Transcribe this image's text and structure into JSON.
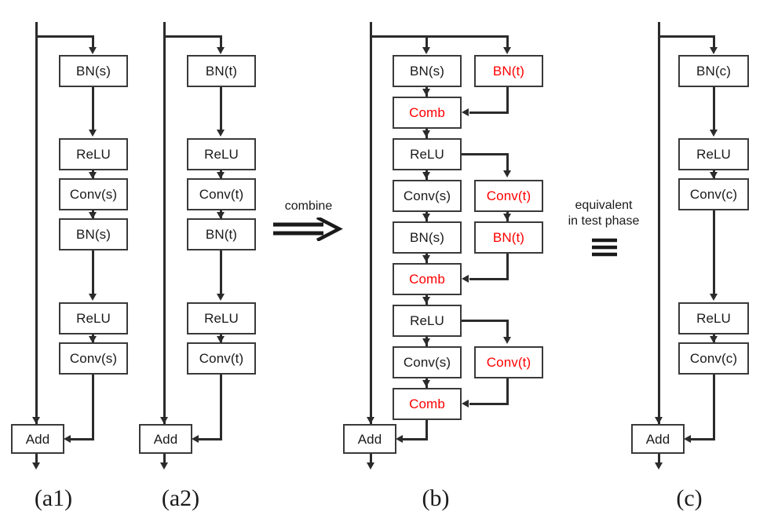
{
  "figure": {
    "title": "",
    "colors": {
      "box_stroke": "#3a3a3a",
      "line": "#2b2b2b",
      "text": "#1a1a1a",
      "highlight": "#ff0000",
      "background": "#ffffff"
    }
  },
  "columns": [
    {
      "id": "a1",
      "caption": "(a1)",
      "nodes": [
        {
          "key": "bn1",
          "label": "BN(s)",
          "highlight": false
        },
        {
          "key": "relu1",
          "label": "ReLU",
          "highlight": false
        },
        {
          "key": "conv1",
          "label": "Conv(s)",
          "highlight": false
        },
        {
          "key": "bn2",
          "label": "BN(s)",
          "highlight": false
        },
        {
          "key": "relu2",
          "label": "ReLU",
          "highlight": false
        },
        {
          "key": "conv2",
          "label": "Conv(s)",
          "highlight": false
        },
        {
          "key": "add",
          "label": "Add",
          "highlight": false
        }
      ]
    },
    {
      "id": "a2",
      "caption": "(a2)",
      "nodes": [
        {
          "key": "bn1",
          "label": "BN(t)",
          "highlight": false
        },
        {
          "key": "relu1",
          "label": "ReLU",
          "highlight": false
        },
        {
          "key": "conv1",
          "label": "Conv(t)",
          "highlight": false
        },
        {
          "key": "bn2",
          "label": "BN(t)",
          "highlight": false
        },
        {
          "key": "relu2",
          "label": "ReLU",
          "highlight": false
        },
        {
          "key": "conv2",
          "label": "Conv(t)",
          "highlight": false
        },
        {
          "key": "add",
          "label": "Add",
          "highlight": false
        }
      ]
    },
    {
      "id": "b",
      "caption": "(b)",
      "nodes": [
        {
          "key": "bn1s",
          "label": "BN(s)",
          "highlight": false
        },
        {
          "key": "bn1t",
          "label": "BN(t)",
          "highlight": true
        },
        {
          "key": "comb1",
          "label": "Comb",
          "highlight": true
        },
        {
          "key": "relu1",
          "label": "ReLU",
          "highlight": false
        },
        {
          "key": "conv1s",
          "label": "Conv(s)",
          "highlight": false
        },
        {
          "key": "conv1t",
          "label": "Conv(t)",
          "highlight": true
        },
        {
          "key": "bn2s",
          "label": "BN(s)",
          "highlight": false
        },
        {
          "key": "bn2t",
          "label": "BN(t)",
          "highlight": true
        },
        {
          "key": "comb2",
          "label": "Comb",
          "highlight": true
        },
        {
          "key": "relu2",
          "label": "ReLU",
          "highlight": false
        },
        {
          "key": "conv2s",
          "label": "Conv(s)",
          "highlight": false
        },
        {
          "key": "conv2t",
          "label": "Conv(t)",
          "highlight": true
        },
        {
          "key": "comb3",
          "label": "Comb",
          "highlight": true
        },
        {
          "key": "add",
          "label": "Add",
          "highlight": false
        }
      ]
    },
    {
      "id": "c",
      "caption": "(c)",
      "nodes": [
        {
          "key": "bn1",
          "label": "BN(c)",
          "highlight": false
        },
        {
          "key": "relu1",
          "label": "ReLU",
          "highlight": false
        },
        {
          "key": "conv1",
          "label": "Conv(c)",
          "highlight": false
        },
        {
          "key": "relu2",
          "label": "ReLU",
          "highlight": false
        },
        {
          "key": "conv2",
          "label": "Conv(c)",
          "highlight": false
        },
        {
          "key": "add",
          "label": "Add",
          "highlight": false
        }
      ]
    }
  ],
  "annotations": {
    "combine": {
      "label": "combine",
      "symbol": "double-right-arrow"
    },
    "equivalent": {
      "line1": "equivalent",
      "line2": "in test phase",
      "symbol": "≡"
    }
  }
}
